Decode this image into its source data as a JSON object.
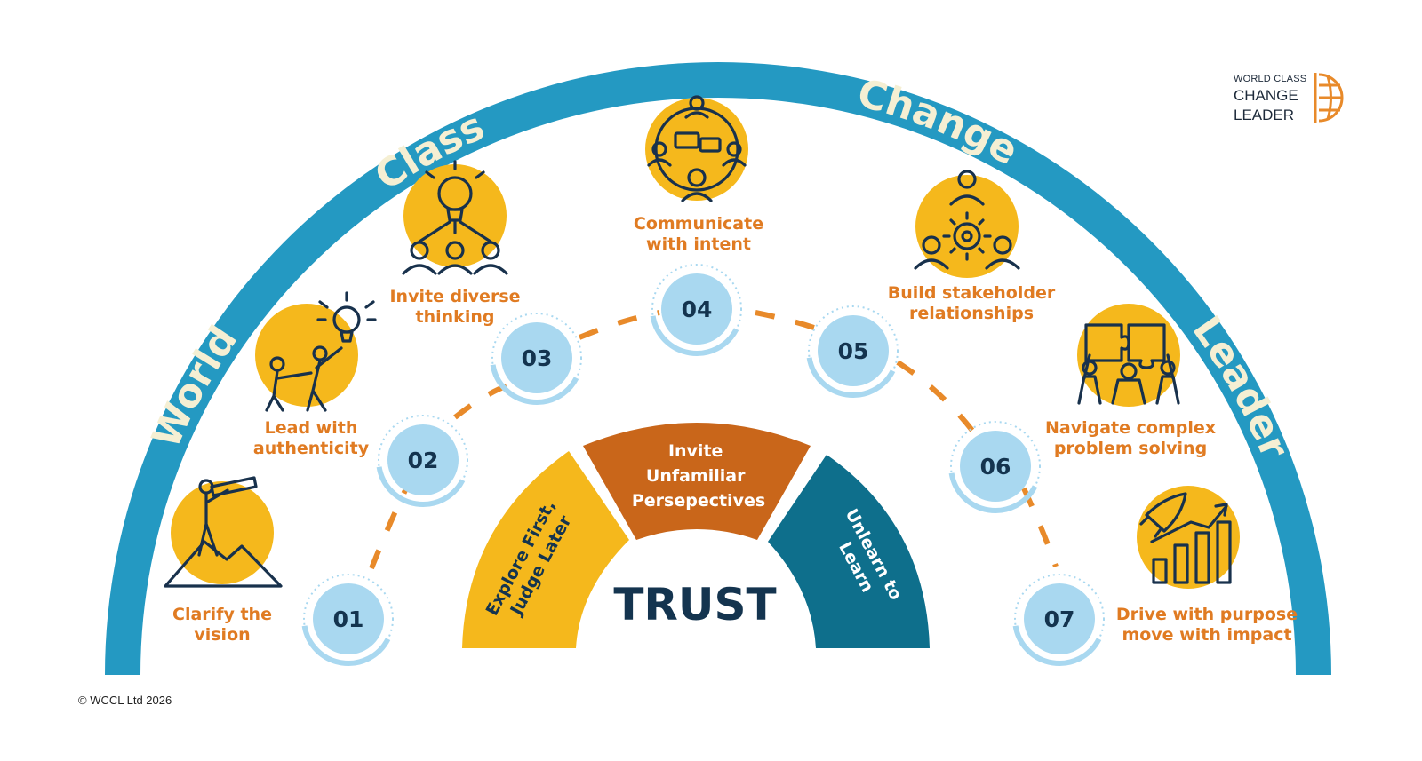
{
  "arc_title": [
    "World",
    "Class",
    "Change",
    "Leader"
  ],
  "logo": {
    "line1": "WORLD CLASS",
    "line2": "CHANGE",
    "line3": "LEADER"
  },
  "steps": [
    {
      "number": "01",
      "label_lines": [
        "Clarify the",
        "vision"
      ],
      "icon": "telescope-on-mountain-icon"
    },
    {
      "number": "02",
      "label_lines": [
        "Lead with",
        "authenticity"
      ],
      "icon": "leading-to-lightbulb-icon"
    },
    {
      "number": "03",
      "label_lines": [
        "Invite diverse",
        "thinking"
      ],
      "icon": "lightbulb-team-icon"
    },
    {
      "number": "04",
      "label_lines": [
        "Communicate",
        "with intent"
      ],
      "icon": "team-conversation-icon"
    },
    {
      "number": "05",
      "label_lines": [
        "Build stakeholder",
        "relationships"
      ],
      "icon": "stakeholder-gear-icon"
    },
    {
      "number": "06",
      "label_lines": [
        "Navigate complex",
        "problem solving"
      ],
      "icon": "puzzle-team-icon"
    },
    {
      "number": "07",
      "label_lines": [
        "Drive with purpose",
        "move with impact"
      ],
      "icon": "rocket-growth-icon"
    }
  ],
  "center": {
    "title": "TRUST",
    "segments": [
      {
        "lines": [
          "Explore First,",
          "Judge Later"
        ],
        "color": "#f5b81c",
        "text_color": "#14344f"
      },
      {
        "lines": [
          "Invite",
          "Unfamiliar",
          "Persepectives"
        ],
        "color": "#c9661a",
        "text_color": "#ffffff"
      },
      {
        "lines": [
          "Unlearn to",
          "Learn"
        ],
        "color": "#0e6f8c",
        "text_color": "#ffffff"
      }
    ]
  },
  "colors": {
    "arc": "#2499c2",
    "icon_circle": "#f5b81c",
    "step_circle": "#a9d8f0",
    "step_ring": "#a9d8f0",
    "connector": "#e88a2a",
    "label": "#e07b22",
    "logo_mark": "#e88a2a"
  },
  "copyright": "© WCCL Ltd 2026"
}
